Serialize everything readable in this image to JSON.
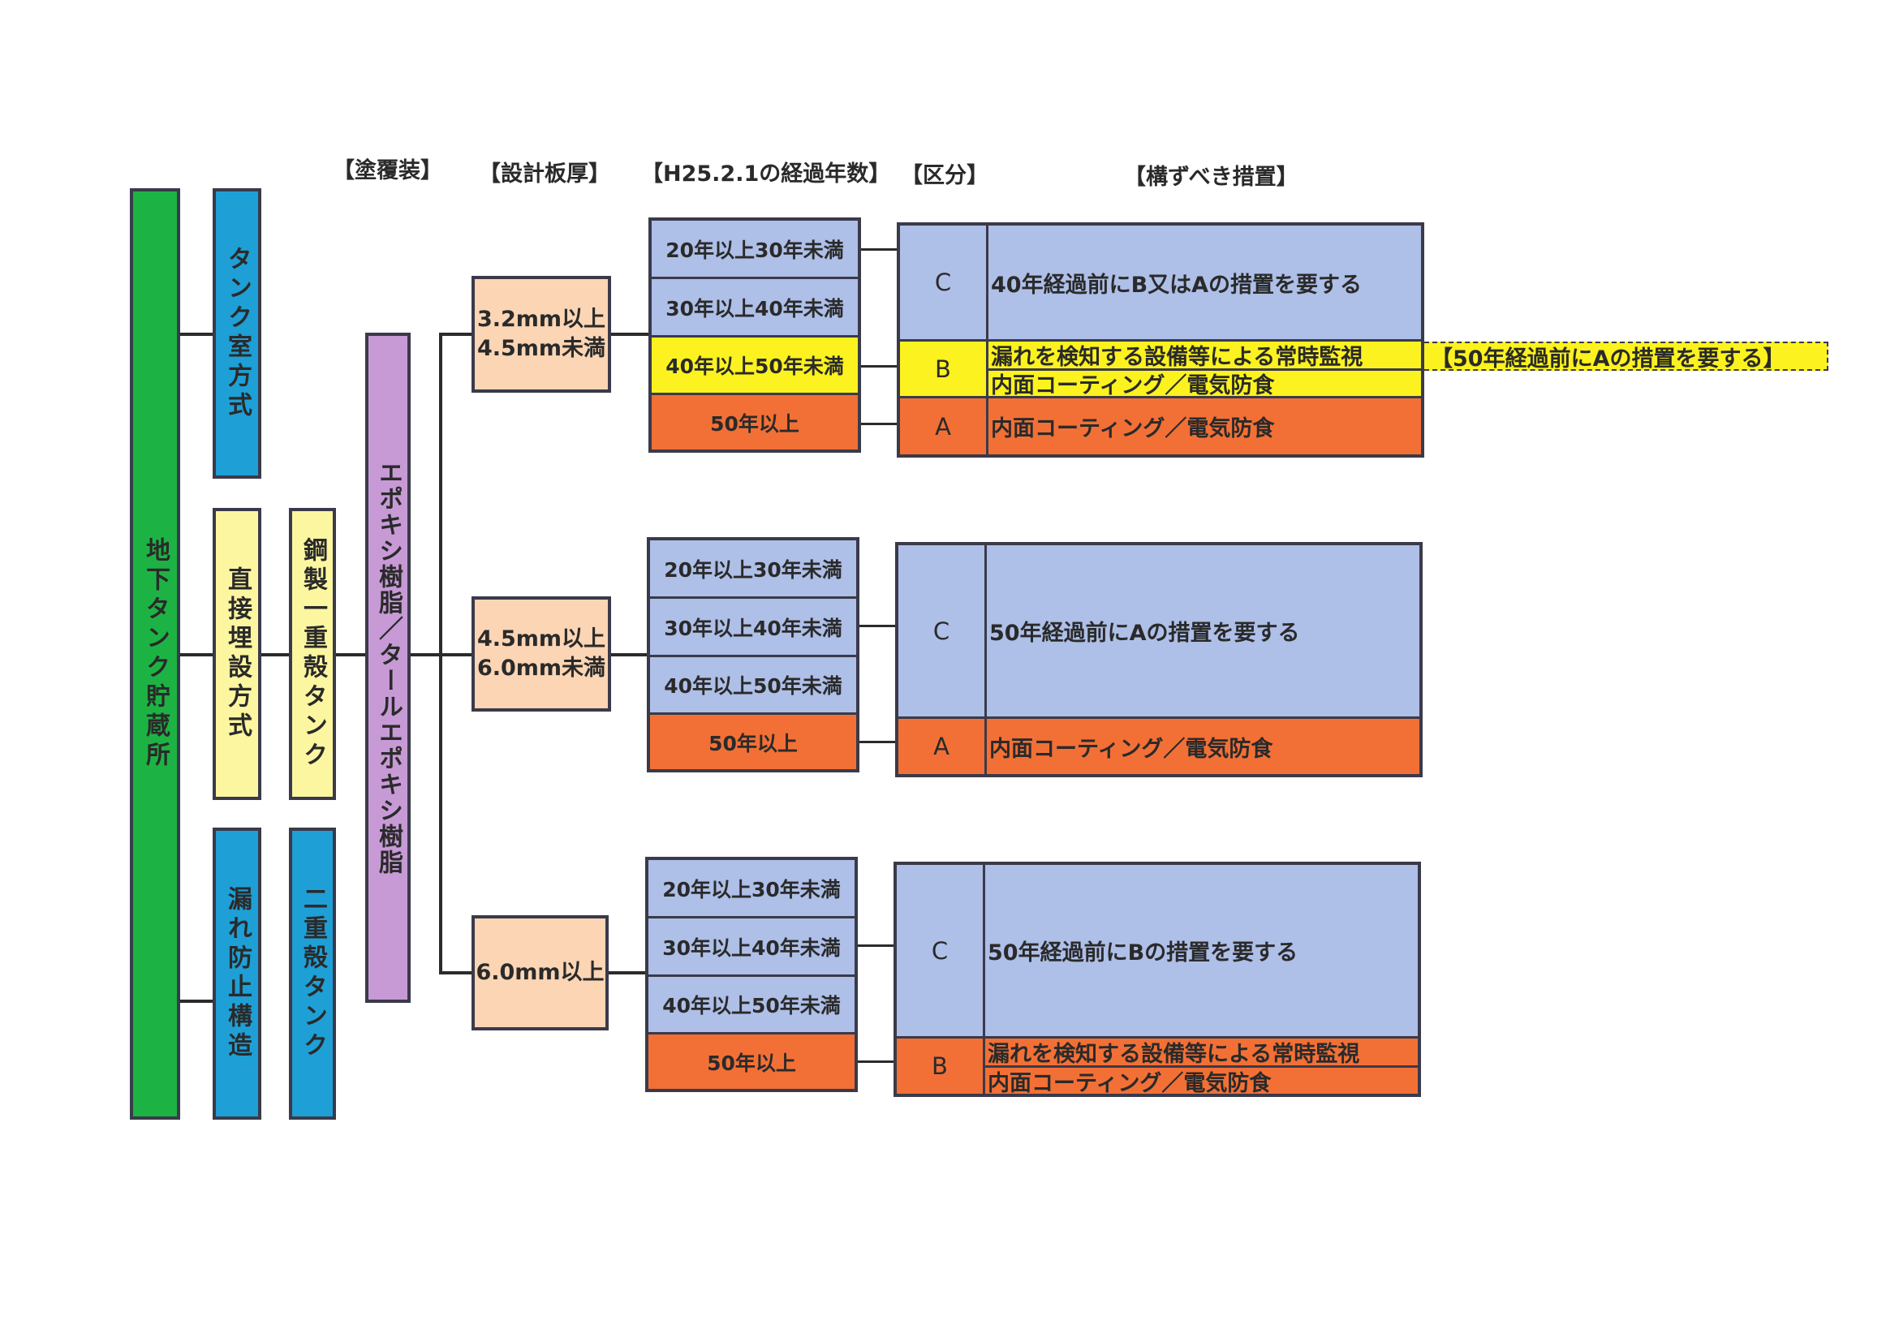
{
  "headers": {
    "coating": "【塗覆装】",
    "thickness": "【設計板厚】",
    "years": "【H25.2.1の経過年数】",
    "class": "【区分】",
    "measure": "【構ずべき措置】"
  },
  "tree": {
    "root": "地下タンク貯蔵所",
    "tank_room": "タンク室方式",
    "direct_burial": "直接埋設方式",
    "leak_prevention": "漏れ防止構造",
    "steel_single": "鋼製一重殻タンク",
    "double_shell": "二重殻タンク",
    "coating_type": "エポキシ樹脂／タールエポキシ樹脂"
  },
  "groups": [
    {
      "thickness": [
        "3.2mm以上",
        "4.5mm未満"
      ],
      "years": [
        "20年以上30年未満",
        "30年以上40年未満",
        "40年以上50年未満",
        "50年以上"
      ],
      "rows": [
        {
          "class": "C",
          "measures": [
            "40年経過前にB又はAの措置を要する"
          ]
        },
        {
          "class": "B",
          "measures": [
            "漏れを検知する設備等による常時監視",
            "内面コーティング／電気防食"
          ]
        },
        {
          "class": "A",
          "measures": [
            "内面コーティング／電気防食"
          ]
        }
      ],
      "note": "【50年経過前にAの措置を要する】"
    },
    {
      "thickness": [
        "4.5mm以上",
        "6.0mm未満"
      ],
      "years": [
        "20年以上30年未満",
        "30年以上40年未満",
        "40年以上50年未満",
        "50年以上"
      ],
      "rows": [
        {
          "class": "C",
          "measures": [
            "50年経過前にAの措置を要する"
          ]
        },
        {
          "class": "A",
          "measures": [
            "内面コーティング／電気防食"
          ]
        }
      ]
    },
    {
      "thickness": [
        "6.0mm以上"
      ],
      "years": [
        "20年以上30年未満",
        "30年以上40年未満",
        "40年以上50年未満",
        "50年以上"
      ],
      "rows": [
        {
          "class": "C",
          "measures": [
            "50年経過前にBの措置を要する"
          ]
        },
        {
          "class": "B",
          "measures": [
            "漏れを検知する設備等による常時監視",
            "内面コーティング／電気防食"
          ]
        }
      ]
    }
  ]
}
